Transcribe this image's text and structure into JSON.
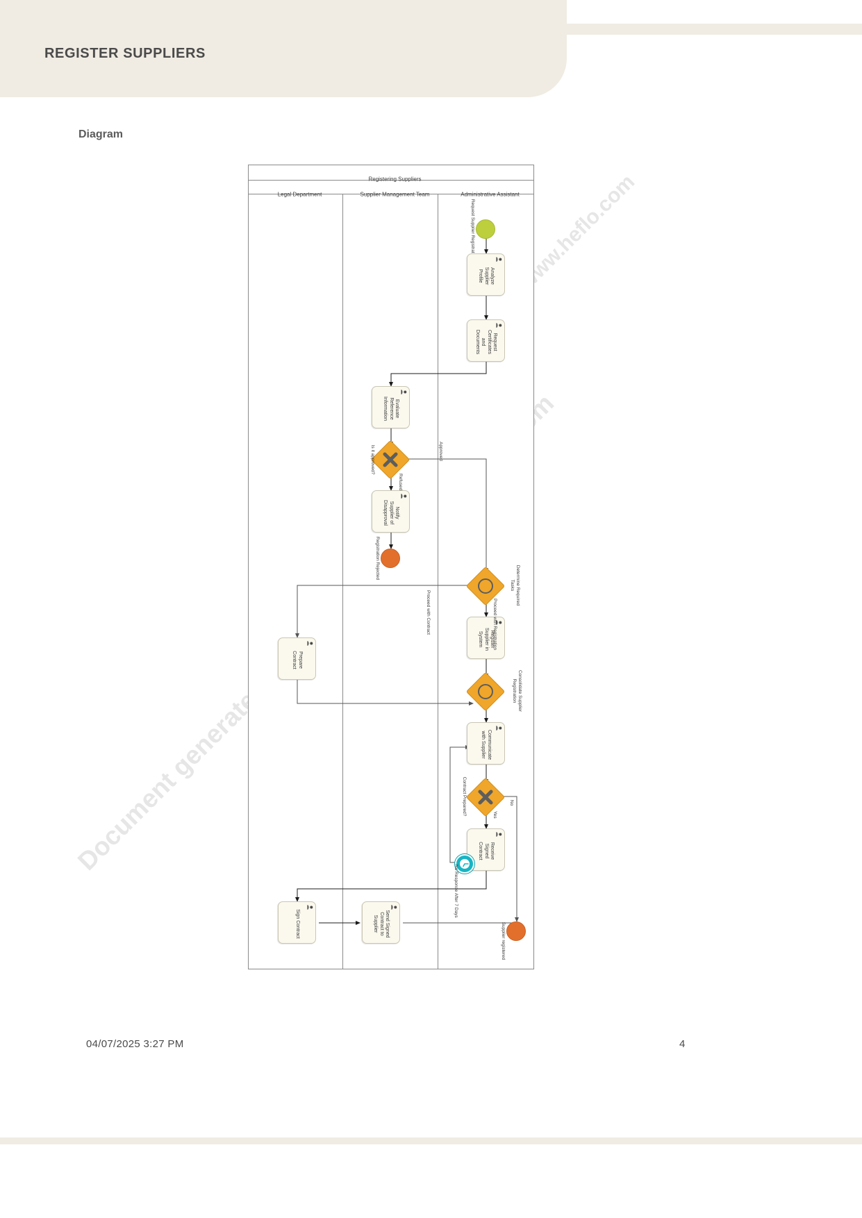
{
  "page": {
    "title": "REGISTER SUPPLIERS",
    "section_heading": "Diagram",
    "footer_timestamp": "04/07/2025 3:27 PM",
    "page_number": "4",
    "watermark_left": "Document generated by HEFLO BPM | www.heflo.com",
    "watermark_right": "www.heflo.com",
    "colors": {
      "header_band": "#f0ece3",
      "gateway": "#f0a62a",
      "start_event": "#bdcf3c",
      "end_event": "#e2702c",
      "timer_event": "#17b5c4",
      "task_fill": "#fbf9ee"
    }
  },
  "diagram": {
    "pool": "Registering Suppliers",
    "lanes": [
      {
        "name": "Administrative Assistant"
      },
      {
        "name": "Supplier Management Team"
      },
      {
        "name": "Legal Department"
      }
    ],
    "events": [
      {
        "id": "start",
        "type": "start",
        "label": "Request Supplier Registration"
      },
      {
        "id": "end_registered",
        "type": "end",
        "label": "Supplier registered"
      },
      {
        "id": "end_rejected",
        "type": "end",
        "label": "Registration Rejected"
      },
      {
        "id": "timer",
        "type": "timer-boundary",
        "label": "No Response After 7 Days"
      }
    ],
    "tasks": [
      {
        "id": "t1",
        "label": "Analyze Supplier Profile",
        "lane": "Administrative Assistant",
        "type": "user"
      },
      {
        "id": "t2",
        "label": "Request Certificates and Documents",
        "lane": "Administrative Assistant",
        "type": "user"
      },
      {
        "id": "t3",
        "label": "Evaluate Reference Information",
        "lane": "Supplier Management Team",
        "type": "user"
      },
      {
        "id": "t4",
        "label": "Notify Supplier of Disapproval",
        "lane": "Supplier Management Team",
        "type": "user"
      },
      {
        "id": "t5",
        "label": "Register Supplier in System",
        "lane": "Administrative Assistant",
        "type": "user"
      },
      {
        "id": "t6",
        "label": "Prepare Contract",
        "lane": "Legal Department",
        "type": "user"
      },
      {
        "id": "t7",
        "label": "Communicate with Supplier",
        "lane": "Administrative Assistant",
        "type": "user"
      },
      {
        "id": "t8",
        "label": "Receive Signed Contract",
        "lane": "Administrative Assistant",
        "type": "user"
      },
      {
        "id": "t9",
        "label": "Sign Contract",
        "lane": "Legal Department",
        "type": "user"
      },
      {
        "id": "t10",
        "label": "Send Signed Contract to Supplier",
        "lane": "Legal Department",
        "type": "user"
      }
    ],
    "gateways": [
      {
        "id": "g1",
        "label": "Is it approved?",
        "type": "exclusive"
      },
      {
        "id": "g2",
        "label": "Determine Required Tasks",
        "type": "inclusive"
      },
      {
        "id": "g3",
        "label": "Consolidate Supplier Registration",
        "type": "inclusive"
      },
      {
        "id": "g4",
        "label": "Contract Prepared?",
        "type": "exclusive"
      }
    ],
    "flow_labels": [
      {
        "id": "f_approved",
        "label": "Approved"
      },
      {
        "id": "f_refused",
        "label": "Refused"
      },
      {
        "id": "f_reg",
        "label": "Proceed with Registration"
      },
      {
        "id": "f_contract",
        "label": "Proceed with Contract"
      },
      {
        "id": "f_yes",
        "label": "Yes"
      },
      {
        "id": "f_no",
        "label": "No"
      },
      {
        "id": "f_timer",
        "label": "No Response After 7 Days"
      }
    ]
  }
}
